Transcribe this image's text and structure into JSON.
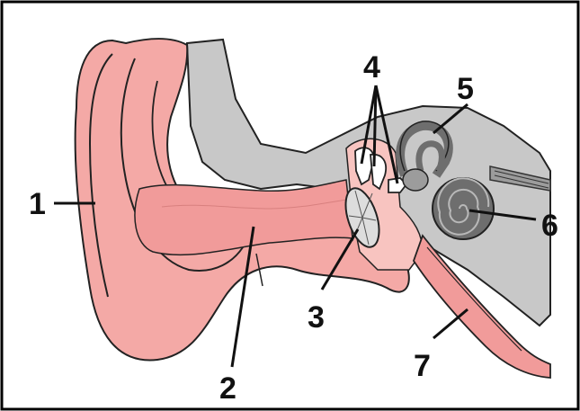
{
  "diagram": {
    "labels": [
      {
        "id": "1",
        "text": "1"
      },
      {
        "id": "2",
        "text": "2"
      },
      {
        "id": "3",
        "text": "3"
      },
      {
        "id": "4",
        "text": "4"
      },
      {
        "id": "5",
        "text": "5"
      },
      {
        "id": "6",
        "text": "6"
      },
      {
        "id": "7",
        "text": "7"
      }
    ]
  },
  "colors": {
    "skin": "#f4a9a6",
    "skin_light": "#f8c4c0",
    "canal": "#f19b9a",
    "bone": "#c8c8c8",
    "bone_dark": "#9c9c9c",
    "cochlea": "#6e6e6e",
    "outline": "#222222",
    "frame": "#000000"
  }
}
